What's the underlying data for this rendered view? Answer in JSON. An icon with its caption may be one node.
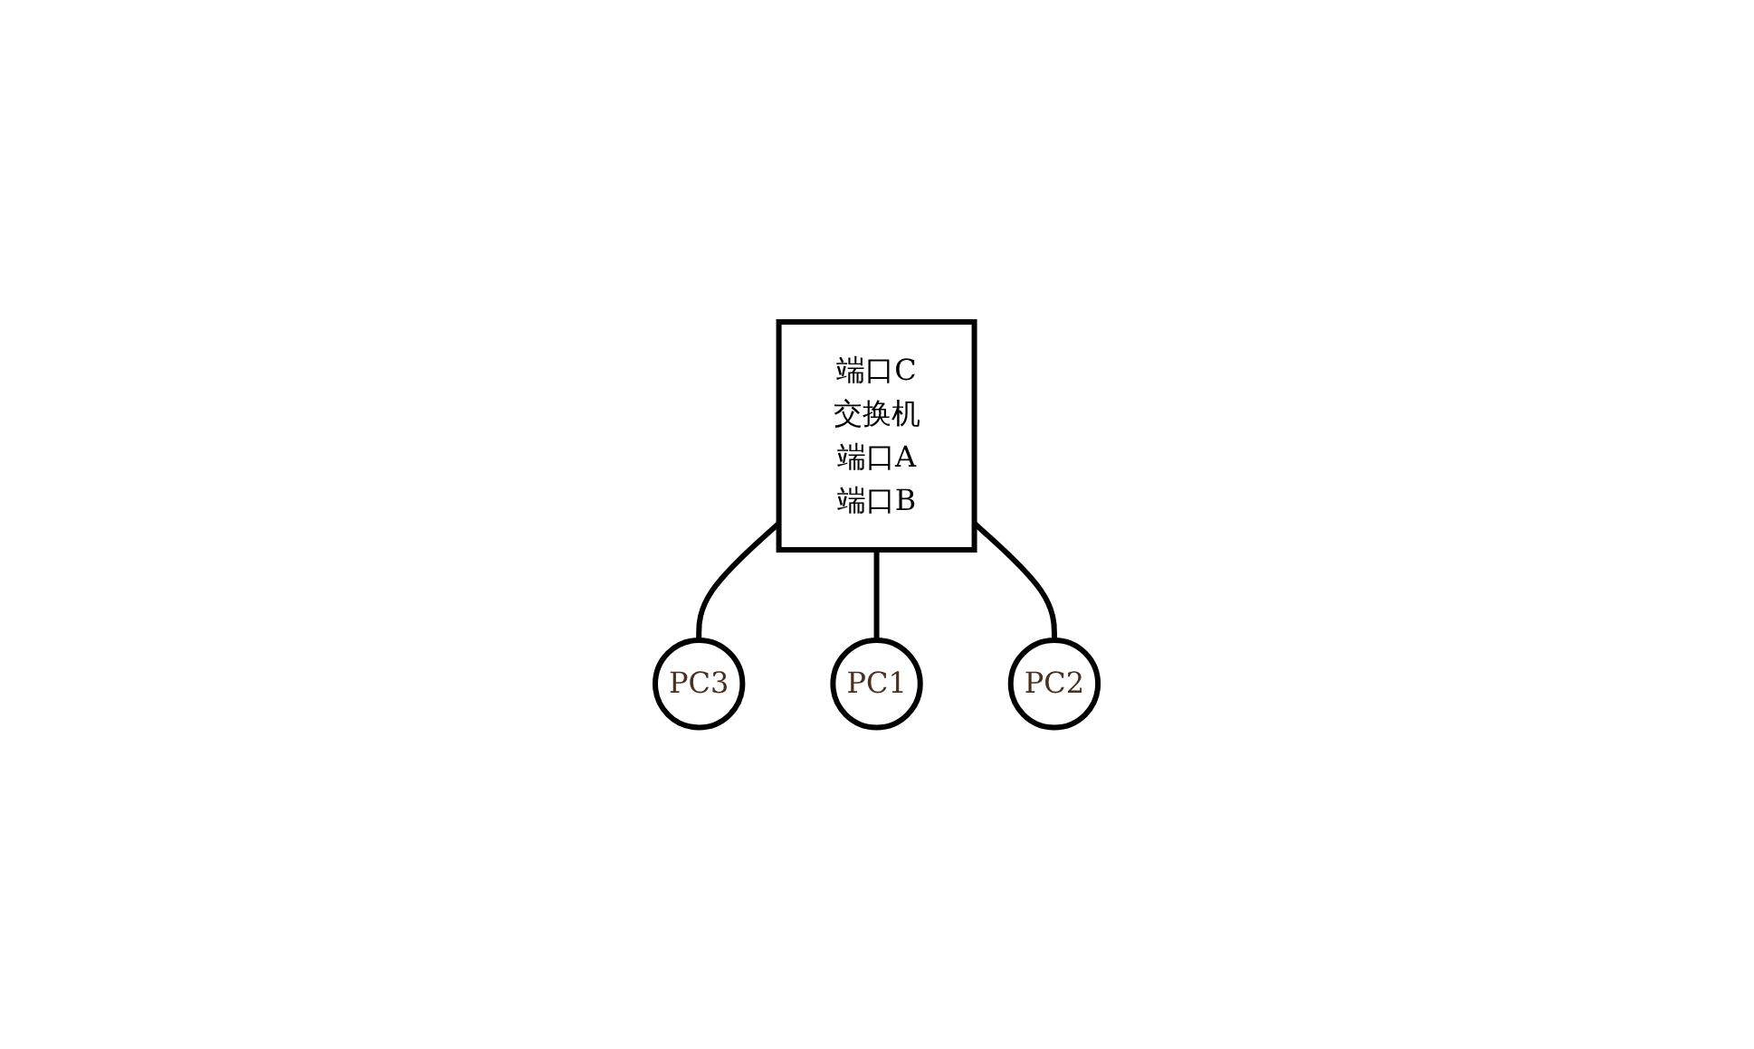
{
  "diagram": {
    "nodes": [
      {
        "text": [
          "端口C",
          "交换机",
          "端口A",
          "端口B"
        ]
      },
      {
        "text": [
          "PC3"
        ]
      },
      {
        "text": [
          "PC1"
        ]
      },
      {
        "text": [
          "PC2"
        ]
      }
    ],
    "edges": [
      {
        "from": 0,
        "to": 1,
        "arrow": "none"
      },
      {
        "from": 0,
        "to": 2,
        "arrow": "none"
      },
      {
        "from": 0,
        "to": 3,
        "arrow": "none"
      }
    ]
  }
}
